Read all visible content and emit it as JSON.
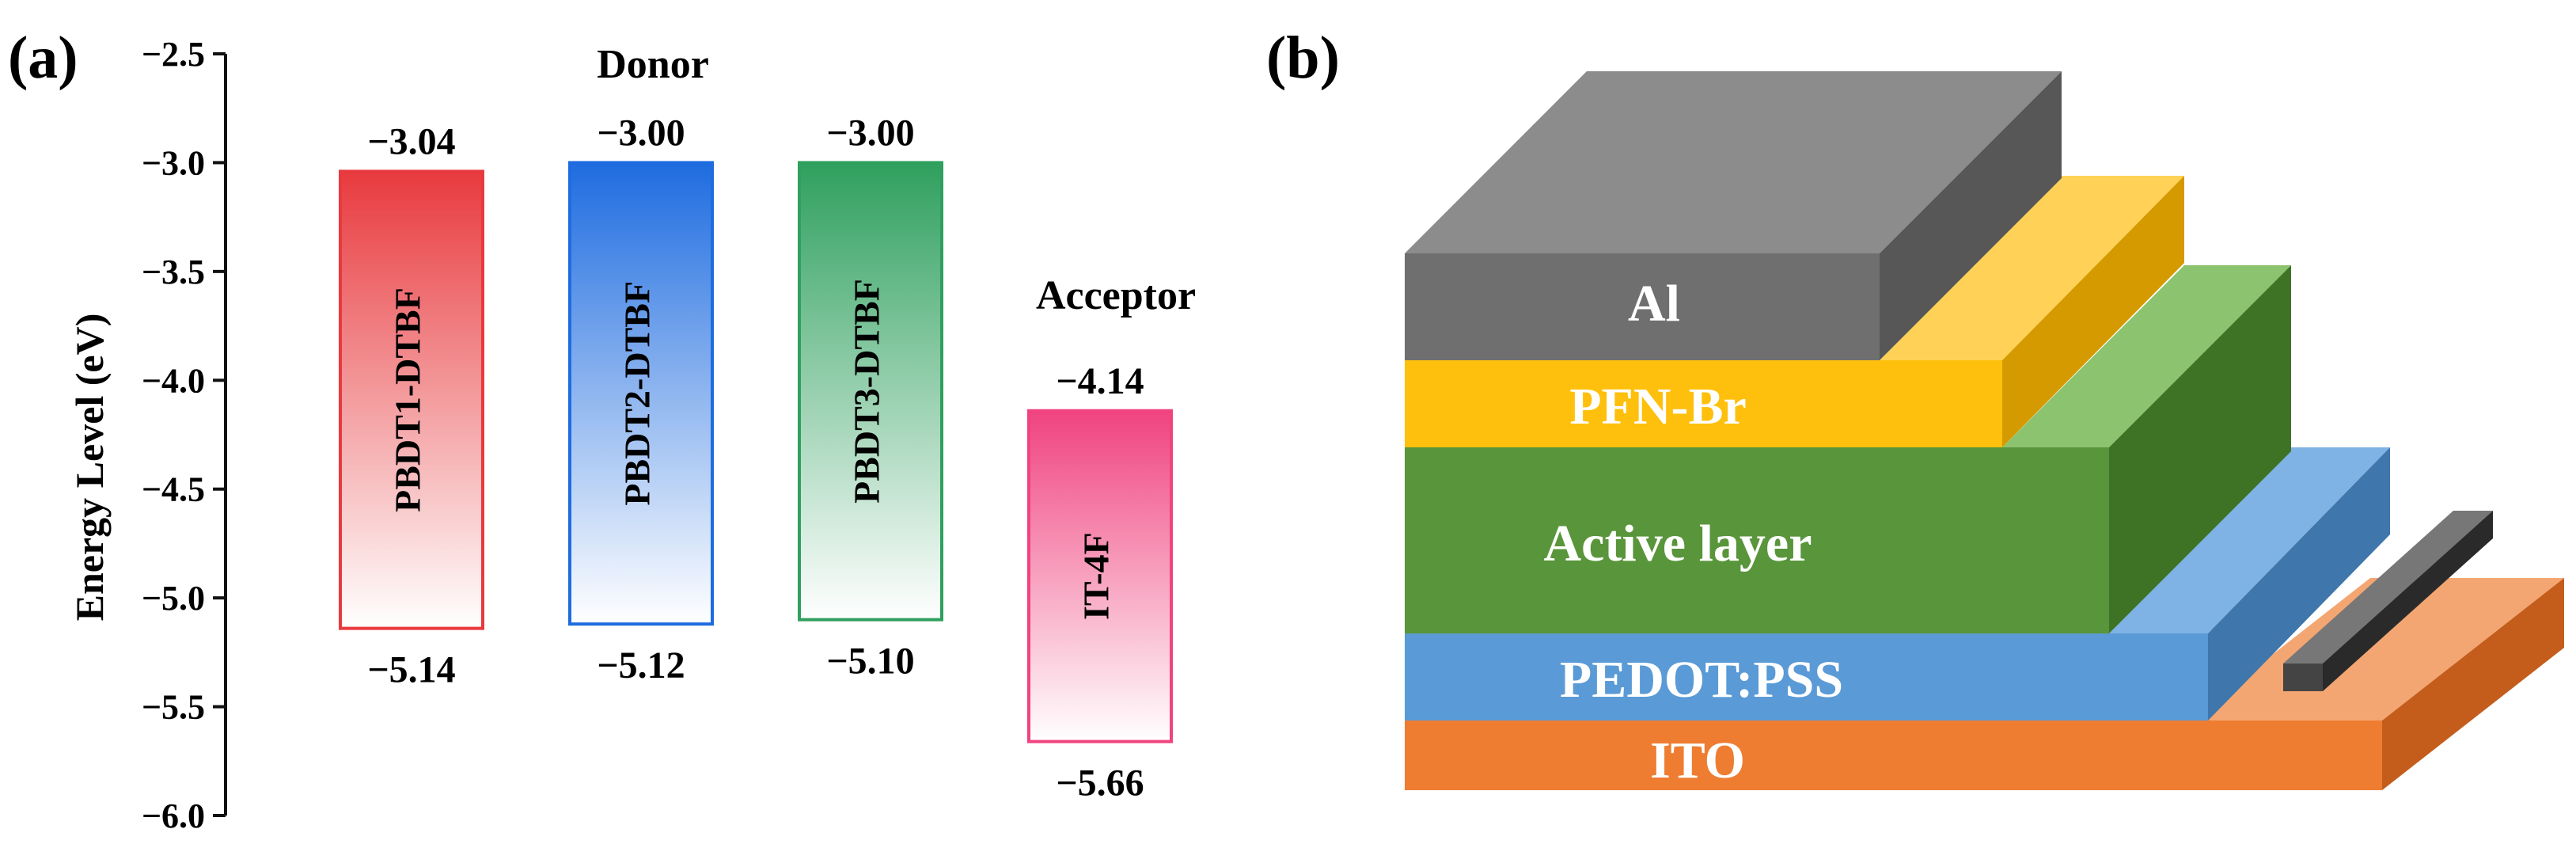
{
  "panel_a": {
    "label": "(a)",
    "donor_label": "Donor",
    "acceptor_label": "Acceptor"
  },
  "panel_b": {
    "label": "(b)",
    "layers": [
      {
        "name": "Al",
        "color": "#6f6f6f"
      },
      {
        "name": "PFN-Br",
        "color": "#fec00c"
      },
      {
        "name": "Active layer",
        "color": "#59953b"
      },
      {
        "name": "PEDOT:PSS",
        "color": "#5a9ad6"
      },
      {
        "name": "ITO",
        "color": "#ee7d32"
      }
    ],
    "electrode_color": "#444444"
  },
  "chart_data": {
    "type": "bar",
    "ylabel": "Energy Level (eV)",
    "ylim": [
      -6.0,
      -2.5
    ],
    "yticks": [
      -2.5,
      -3.0,
      -3.5,
      -4.0,
      -4.5,
      -5.0,
      -5.5,
      -6.0
    ],
    "ytick_labels": [
      "−2.5",
      "−3.0",
      "−3.5",
      "−4.0",
      "−4.5",
      "−5.0",
      "−5.5",
      "−6.0"
    ],
    "bars": [
      {
        "name": "PBDT1-DTBF",
        "group": "Donor",
        "lumo": -3.04,
        "homo": -5.14,
        "lumo_label": "−3.04",
        "homo_label": "−5.14",
        "color": "#e83a3e"
      },
      {
        "name": "PBDT2-DTBF",
        "group": "Donor",
        "lumo": -3.0,
        "homo": -5.12,
        "lumo_label": "−3.00",
        "homo_label": "−5.12",
        "color": "#1e6ce0"
      },
      {
        "name": "PBDT3-DTBF",
        "group": "Donor",
        "lumo": -3.0,
        "homo": -5.1,
        "lumo_label": "−3.00",
        "homo_label": "−5.10",
        "color": "#2fa05e"
      },
      {
        "name": "IT-4F",
        "group": "Acceptor",
        "lumo": -4.14,
        "homo": -5.66,
        "lumo_label": "−4.14",
        "homo_label": "−5.66",
        "color": "#f0437f"
      }
    ]
  }
}
